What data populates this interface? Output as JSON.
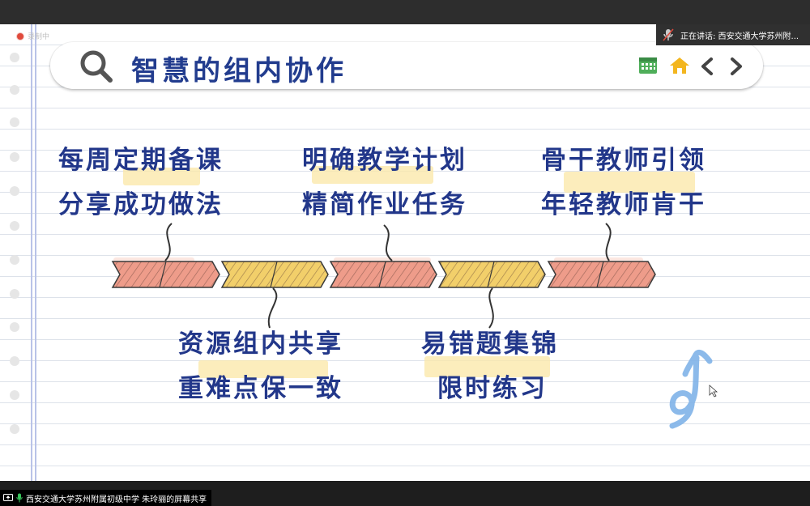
{
  "recording": {
    "label": "录制中"
  },
  "slide": {
    "title": "智慧的组内协作",
    "nav_icons": [
      "calendar-grid-icon",
      "home-icon",
      "chevron-left-icon",
      "chevron-right-icon"
    ],
    "top_labels": [
      {
        "line1": "每周定期备课",
        "line2": "分享成功做法"
      },
      {
        "line1": "明确教学计划",
        "line2": "精简作业任务"
      },
      {
        "line1": "骨干教师引领",
        "line2": "年轻教师肯干"
      }
    ],
    "bottom_labels": [
      {
        "line1": "资源组内共享",
        "line2": "重难点保一致"
      },
      {
        "line1": "易错题集锦",
        "line2": "限时练习"
      }
    ],
    "timeline_segments": [
      "salmon",
      "yellow",
      "salmon",
      "yellow",
      "salmon"
    ],
    "colors": {
      "text": "#22378a",
      "salmon": "#ee9c8a",
      "yellow": "#f2cf6a",
      "highlight": "#fbe7a6",
      "doodle": "#7fb3e8"
    }
  },
  "speaking": {
    "label": "正在讲话: 西安交通大学苏州附..."
  },
  "share": {
    "label": "西安交通大学苏州附属初级中学 朱玲骊的屏幕共享"
  }
}
